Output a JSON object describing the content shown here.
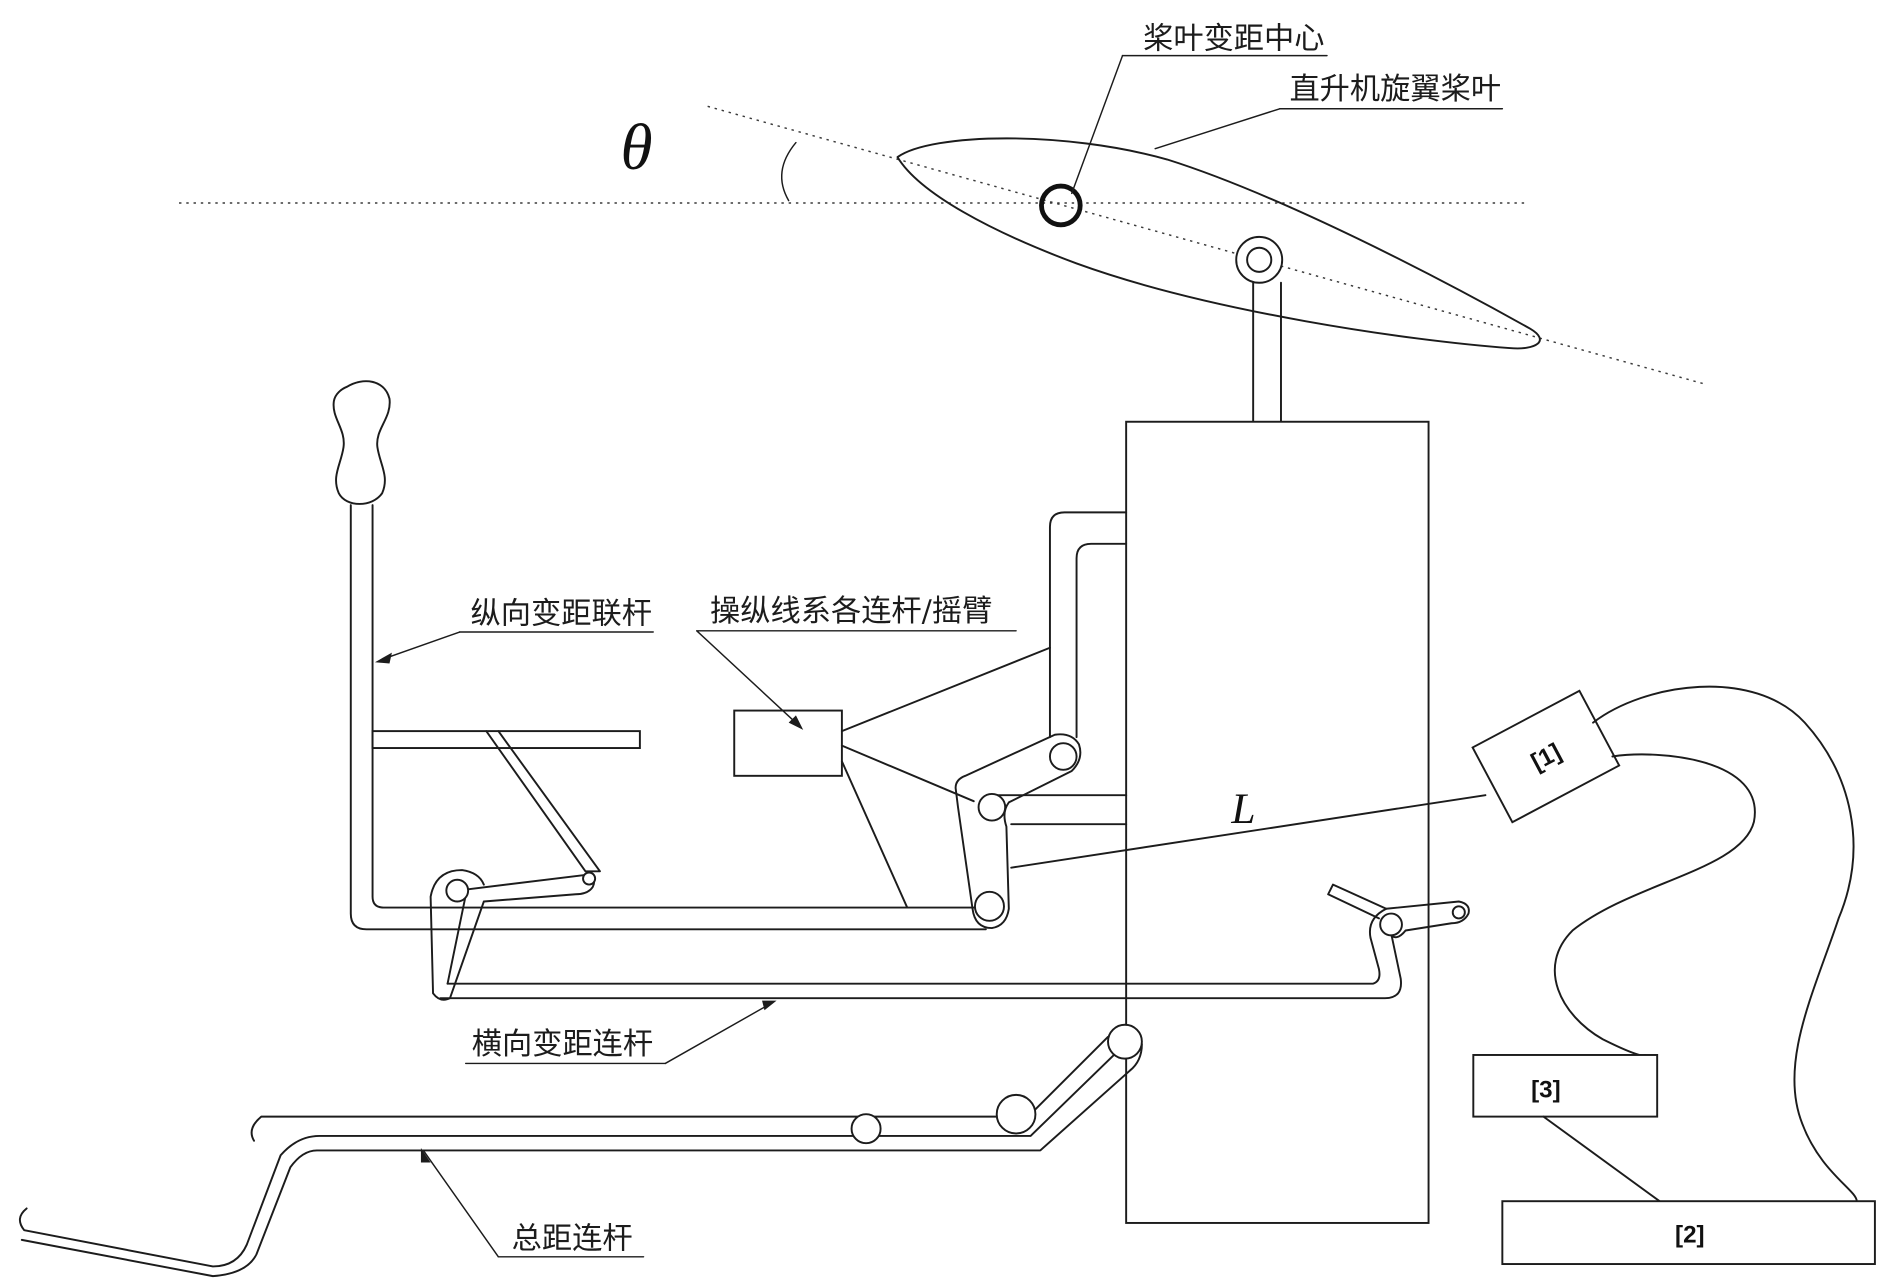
{
  "labels": {
    "pitch_center": "桨叶变距中心",
    "rotor_blade": "直升机旋翼桨叶",
    "longitudinal_link": "纵向变距联杆",
    "control_links": "操纵线系各连杆/摇臂",
    "lateral_link": "横向变距连杆",
    "collective_link": "总距连杆"
  },
  "symbols": {
    "theta": "θ",
    "length": "L"
  },
  "boxes": {
    "box1": "[1]",
    "box2": "[2]",
    "box3": "[3]"
  }
}
